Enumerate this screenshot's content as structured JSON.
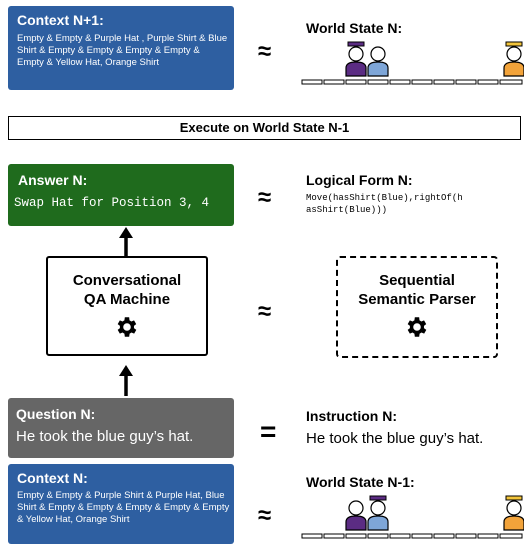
{
  "top": {
    "context_title": "Context N+1:",
    "context_text": "Empty & Empty & Purple Hat , Purple Shirt & Blue Shirt & Empty & Empty & Empty & Empty & Empty & Yellow Hat, Orange Shirt",
    "world_title": "World State N:"
  },
  "execute_label": "Execute on World State N-1",
  "answer": {
    "title": "Answer N:",
    "text": "Swap Hat for Position 3, 4"
  },
  "logical_form": {
    "title": "Logical Form N:",
    "line1": "Move(hasShirt(Blue),rightOf(h",
    "line2": "asShirt(Blue)))"
  },
  "qa_machine": {
    "line1": "Conversational",
    "line2": "QA Machine"
  },
  "parser": {
    "line1": "Sequential",
    "line2": "Semantic Parser"
  },
  "question": {
    "title": "Question N:",
    "text": "He took the blue guy’s hat."
  },
  "instruction": {
    "title": "Instruction N:",
    "text": "He took the blue guy’s hat."
  },
  "bottom": {
    "context_title": "Context N:",
    "context_text": "Empty & Empty & Purple Shirt & Purple Hat, Blue Shirt & Empty & Empty & Empty & Empty & Empty & Yellow Hat, Orange Shirt",
    "world_title": "World State N-1:"
  },
  "symbols": {
    "approx": "≈",
    "equals": "="
  },
  "colors": {
    "blue": "#2e5fa1",
    "green": "#1f6b1d",
    "gray": "#666666",
    "purple": "#5b2c83",
    "shirt_blue": "#7ea6d8",
    "orange": "#f2a33a",
    "yellow": "#f2c43a"
  }
}
